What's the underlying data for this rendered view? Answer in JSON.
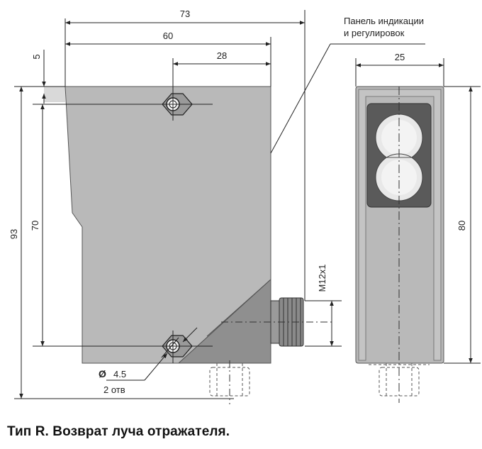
{
  "dimensions": {
    "d73": "73",
    "d60": "60",
    "d28": "28",
    "d5": "5",
    "d93": "93",
    "d70": "70",
    "d25": "25",
    "d80": "80",
    "thread": "M12x1",
    "hole_diameter": "4.5",
    "hole_count": "2 отв"
  },
  "diameter_symbol": "Ø",
  "callout": {
    "line1": "Панель индикации",
    "line2": "и регулировок"
  },
  "caption": "Тип R. Возврат луча отражателя.",
  "colors": {
    "body": "#b9b9b9",
    "body_dark": "#8f8f8f",
    "window": "#5a5a5a",
    "line": "#222222"
  }
}
